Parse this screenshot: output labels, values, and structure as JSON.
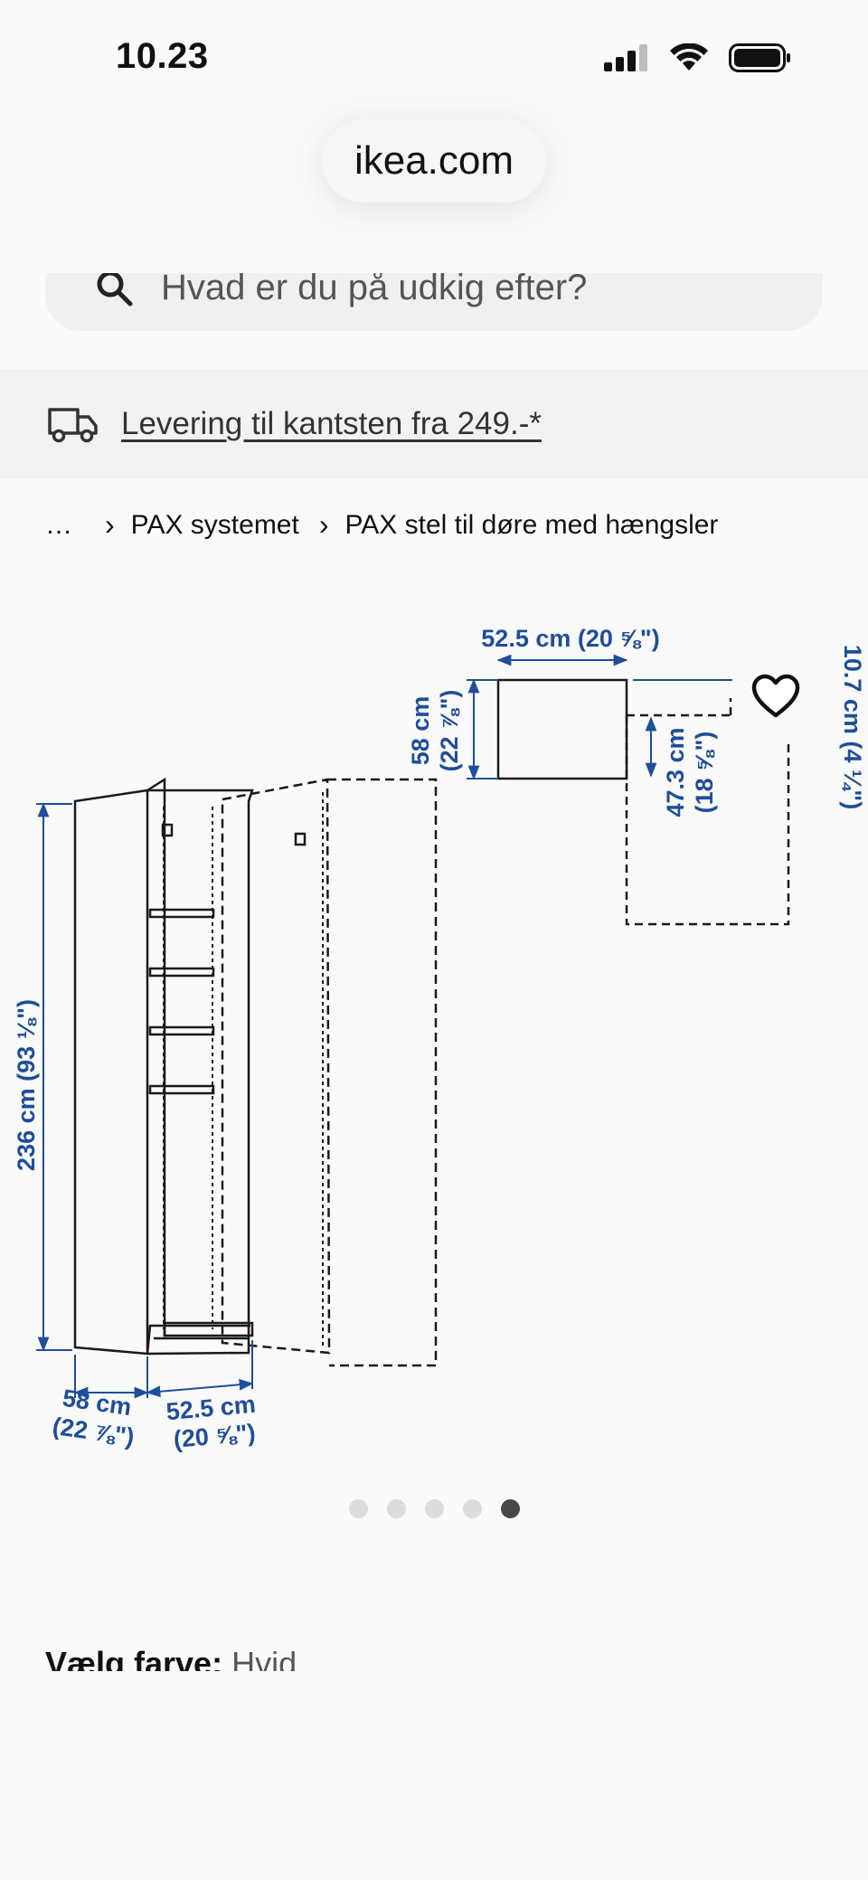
{
  "status_bar": {
    "time": "10.23"
  },
  "browser": {
    "url": "ikea.com"
  },
  "search": {
    "placeholder": "Hvad er du på udkig efter?"
  },
  "delivery": {
    "text": "Levering til kantsten fra 249.-*"
  },
  "breadcrumb": {
    "ellipsis": "…",
    "items": [
      "PAX systemet",
      "PAX stel til døre med hængsler"
    ]
  },
  "product_image": {
    "dimensions": {
      "top_width": "52.5 cm (20 ⅝\")",
      "top_depth": "58 cm",
      "top_depth_in": "(22 ⅞\")",
      "door_depth": "47.3 cm",
      "door_depth_in": "(18 ⅝\")",
      "side_gap": "10.7 cm (4 ¼\")",
      "height": "236 cm (93 ⅛\")",
      "base_depth": "58 cm",
      "base_depth_in": "(22 ⅞\")",
      "base_width": "52.5 cm",
      "base_width_in": "(20 ⅝\")"
    },
    "line_color": "#1f4e99"
  },
  "carousel": {
    "total": 5,
    "active_index": 4
  },
  "color_select": {
    "label": "Vælg farve:",
    "value": "Hvid"
  }
}
